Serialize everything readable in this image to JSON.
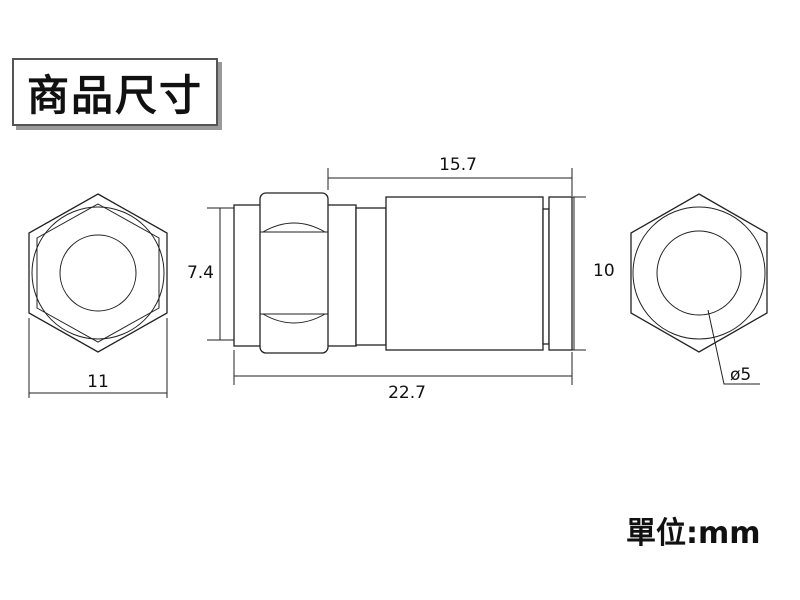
{
  "title": "商品尺寸",
  "unit": "單位:mm",
  "dimensions": {
    "hex_width": "11",
    "overall_length": "22.7",
    "body_length": "15.7",
    "left_height": "7.4",
    "right_height": "10",
    "bore_diameter": "ø5"
  },
  "colors": {
    "line": "#222222",
    "shadow": "#9a9a9a",
    "text": "#111111"
  }
}
